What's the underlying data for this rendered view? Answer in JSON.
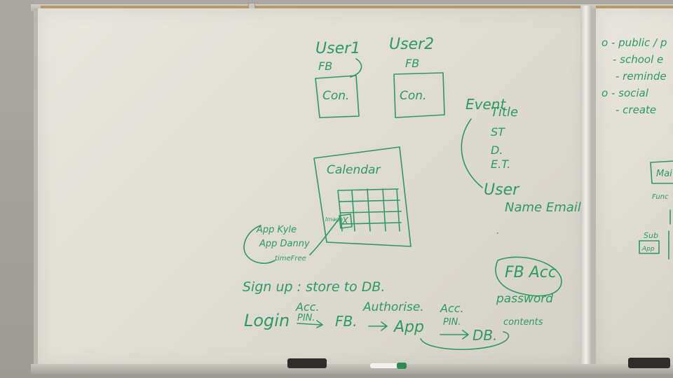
{
  "colors": {
    "ink": "#2e9a5e",
    "board": "#e6e3da",
    "wall": "#a3a199"
  },
  "users": {
    "user1": "User1",
    "user2": "User2",
    "fb1": "FB",
    "fb2": "FB",
    "con1": "Con.",
    "con2": "Con."
  },
  "calendar": {
    "title": "Calendar",
    "cell_label": "Image",
    "cell_x": "X"
  },
  "app": {
    "line1": "App Kyle",
    "line2": "App Danny",
    "line3": "timeFree"
  },
  "event": {
    "title": "Event",
    "fields": [
      "Title",
      "ST",
      "D.",
      "E.T."
    ]
  },
  "user_block": {
    "title": "User",
    "fields": "Name Email"
  },
  "fb_acc": {
    "label": "FB Acc",
    "password": "password",
    "contents": "contents"
  },
  "signup": {
    "text": "Sign up : store to DB."
  },
  "login": {
    "login": "Login",
    "acc1": "Acc.",
    "pin1": "PIN.",
    "fb": "FB.",
    "authorise": "Authorise.",
    "app": "App",
    "acc2": "Acc.",
    "pin2": "PIN.",
    "db": "DB."
  },
  "right_board": {
    "lines": [
      "o - public / p",
      "- school e",
      "- reminde",
      "o - social",
      "- create"
    ],
    "box_label": "Mai",
    "func": "Func",
    "sub": "Sub",
    "app": "App"
  }
}
